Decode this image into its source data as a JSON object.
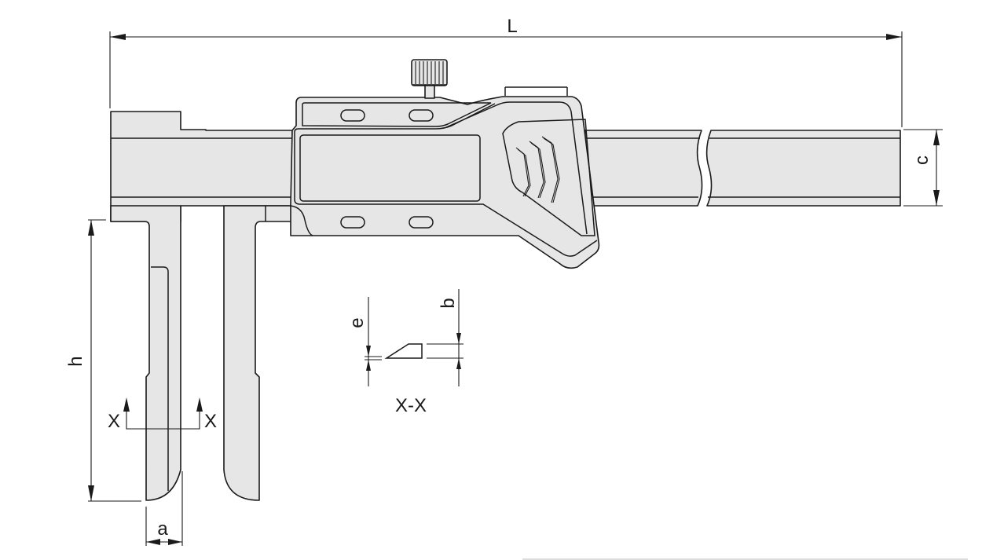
{
  "diagram": {
    "subject": "Digital caliper with offset inside jaws",
    "colors": {
      "part_fill": "#e6e6e6",
      "outline": "#1a1a1a",
      "background": "#ffffff"
    },
    "dimensions": {
      "L": "L",
      "c": "c",
      "h": "h",
      "a": "a",
      "e": "e",
      "b": "b"
    },
    "section": {
      "marker_left": "X",
      "marker_right": "X",
      "section_label": "X-X"
    }
  }
}
